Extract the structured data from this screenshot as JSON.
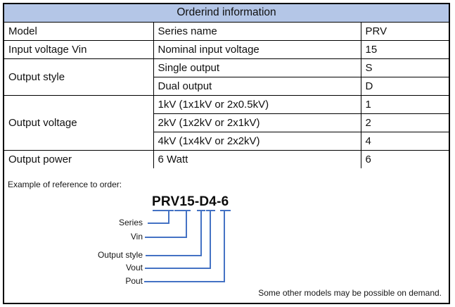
{
  "colors": {
    "header_bg": "#b4c6e7",
    "table_border": "#000000",
    "callout_line": "#4472c4"
  },
  "table": {
    "title": "Orderind information",
    "rows": [
      {
        "category": "Model",
        "description": "Series name",
        "code": "PRV"
      },
      {
        "category": "Input voltage Vin",
        "description": "Nominal input voltage",
        "code": "15"
      },
      {
        "category": "Output style",
        "description": "Single output",
        "code": "S"
      },
      {
        "description": "Dual output",
        "code": "D"
      },
      {
        "category": "Output voltage",
        "description": "1kV (1x1kV or 2x0.5kV)",
        "code": "1"
      },
      {
        "description": "2kV (1x2kV or 2x1kV)",
        "code": "2"
      },
      {
        "description": "4kV (1x4kV or 2x2kV)",
        "code": "4"
      },
      {
        "category": "Output power",
        "description": "6 Watt",
        "code": "6"
      }
    ]
  },
  "example": {
    "intro": "Example of reference to order:",
    "model_code": "PRV15-D4-6",
    "callouts": [
      {
        "label": "Series"
      },
      {
        "label": "Vin"
      },
      {
        "label": "Output style"
      },
      {
        "label": "Vout"
      },
      {
        "label": "Pout"
      }
    ],
    "footnote": "Some other models may be possible on demand."
  }
}
